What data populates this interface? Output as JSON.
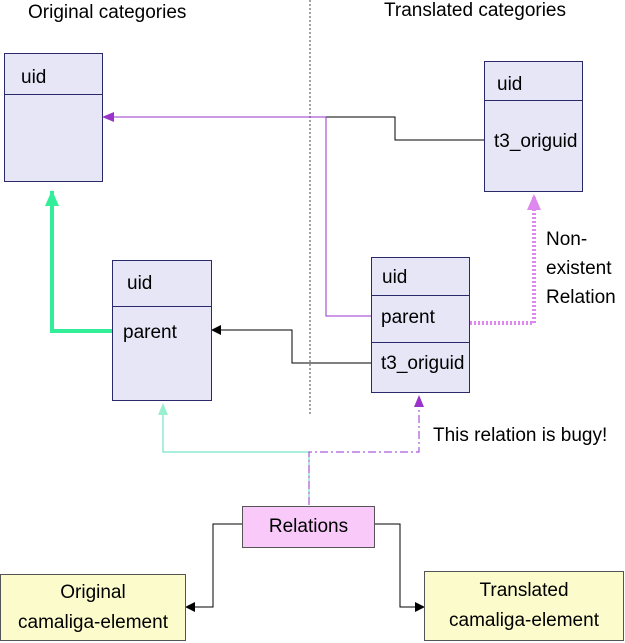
{
  "headings": {
    "original": "Original categories",
    "translated": "Translated categories"
  },
  "entities": {
    "orig_uid_box": {
      "field1": "uid"
    },
    "orig_parent_box": {
      "field1": "uid",
      "field2": "parent"
    },
    "trans_top_box": {
      "field1": "uid",
      "field2": "t3_origuid"
    },
    "trans_bottom_box": {
      "field1": "uid",
      "field2": "parent",
      "field3": "t3_origuid"
    }
  },
  "relations_box": {
    "label": "Relations"
  },
  "elements": {
    "original": {
      "line1": "Original",
      "line2": "camaliga-element"
    },
    "translated": {
      "line1": "Translated",
      "line2": "camaliga-element"
    }
  },
  "notes": {
    "nonexistent": [
      "Non-",
      "existent",
      "Relation"
    ],
    "buggy": "This relation is bugy!"
  },
  "colors": {
    "entity_fill": "#e6e6f7",
    "relations_fill": "#f9c9f9",
    "element_fill": "#fbfbcc",
    "green_arrow": "#33ee99",
    "purple_line": "#9933cc",
    "pink_dotted": "#dd88ee"
  }
}
